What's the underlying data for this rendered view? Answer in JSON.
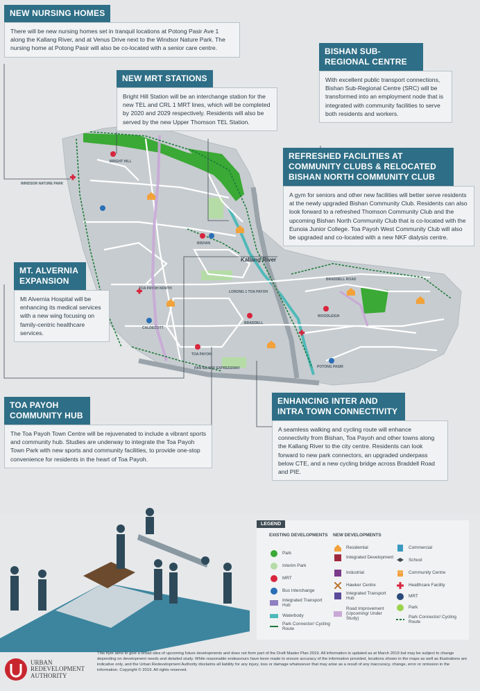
{
  "callouts": {
    "nursing": {
      "title": "NEW NURSING HOMES",
      "body": "There will be new nursing homes set in tranquil locations at Potong Pasir Ave 1 along the Kallang River, and at Venus Drive next to the Windsor Nature Park. The nursing home at Potong Pasir will also be co-located with a senior care centre."
    },
    "mrt": {
      "title": "NEW MRT STATIONS",
      "body": "Bright Hill Station will be an interchange station for the new TEL and CRL 1 MRT lines, which will be completed by 2020 and 2029 respectively. Residents will also be served by the new Upper Thomson TEL Station."
    },
    "bishan": {
      "title": "BISHAN SUB-REGIONAL CENTRE",
      "body": "With excellent public transport connections, Bishan Sub-Regional Centre (SRC) will be transformed into an employment node that is integrated with community facilities to serve both residents and workers."
    },
    "refreshed": {
      "title": "REFRESHED FACILITIES AT COMMUNITY CLUBS & RELOCATED BISHAN NORTH COMMUNITY CLUB",
      "body": "A gym for seniors and other new facilities will better serve residents at the newly upgraded Bishan Community Club. Residents can also look forward to a refreshed Thomson Community Club and the upcoming Bishan North Community Club that is co-located with the Eunoia Junior College. Toa Payoh West Community Club will also be upgraded and co-located with a new NKF dialysis centre."
    },
    "alvernia": {
      "title": "MT. ALVERNIA EXPANSION",
      "body": "Mt Alvernia Hospital will be enhancing its medical services with a new wing focusing on family-centric healthcare services."
    },
    "toapayoh": {
      "title": "TOA PAYOH COMMUNITY HUB",
      "body": "The Toa Payoh Town Centre will be rejuvenated to include a vibrant sports and community hub. Studies are underway to integrate the Toa Payoh Town Park with new sports and community facilities, to provide one-stop convenience for residents in the heart of Toa Payoh."
    },
    "connectivity": {
      "title": "ENHANCING INTER AND INTRA TOWN CONNECTIVITY",
      "body": "A seamless walking and cycling route will enhance connectivity from Bishan, Toa Payoh and other towns along the Kallang River to the city centre. Residents can look forward to new park connectors, an upgraded underpass below CTE, and a new cycling bridge across Braddell Road and PIE."
    }
  },
  "map_labels": {
    "windsor": "WINDSOR NATURE PARK",
    "kallang": "Kallang River",
    "braddell": "BRADDELL ROAD",
    "lorong": "LORONG 1 TOA PAYOH",
    "pie": "PAN ISLAND EXPRESSWAY",
    "toa_north": "TOA PAYOH NORTH",
    "potong": "POTONG PASIR",
    "bright_hill": "BRIGHT HILL",
    "toa_payoh": "TOA PAYOH",
    "braddell_stn": "BRADDELL",
    "caldecott": "CALDECOTT",
    "woodleigh": "WOODLEIGH",
    "bishan": "BISHAN"
  },
  "legend": {
    "title": "LEGEND",
    "existing_title": "EXISTING DEVELOPMENTS",
    "new_title": "NEW DEVELOPMENTS",
    "existing": [
      "Park",
      "Interim Park",
      "MRT",
      "Bus Interchange",
      "Integrated Transport Hub",
      "Waterbody",
      "Park Connector/ Cycling Route"
    ],
    "new_col1": [
      "Residential",
      "Integrated Development",
      "Industrial",
      "Hawker Centre",
      "Integrated Transport Hub",
      "Road Improvement (Upcoming/ Under Study)"
    ],
    "new_col2": [
      "Commercial",
      "School",
      "Community Centre",
      "Healthcare Facility",
      "MRT",
      "Park",
      "Park Connector/ Cycling Route"
    ]
  },
  "disclaimer": "This flyer aims to give a broad idea of upcoming future developments and does not form part of the Draft Master Plan 2019. All information is updated as at March 2019 but may be subject to change depending on development needs and detailed study. While reasonable endeavours have been made to ensure accuracy of the information provided, locations shown in the maps as well as illustrations are indicative only, and the Urban Redevelopment Authority disclaims all liability for any injury, loss or damage whatsoever that may arise as a result of any inaccuracy, change, error or omission in the information. Copyright © 2019. All rights reserved.",
  "logo": {
    "line1": "URBAN",
    "line2": "REDEVELOPMENT",
    "line3": "AUTHORITY"
  },
  "colors": {
    "header": "#2e6e86",
    "park": "#3aa935",
    "interim_park": "#b5dca6",
    "mrt_red": "#d7263d",
    "water": "#4fb9b9",
    "road": "#ffffff",
    "land": "#c9cdd1",
    "road_improve": "#c8a8d6"
  }
}
